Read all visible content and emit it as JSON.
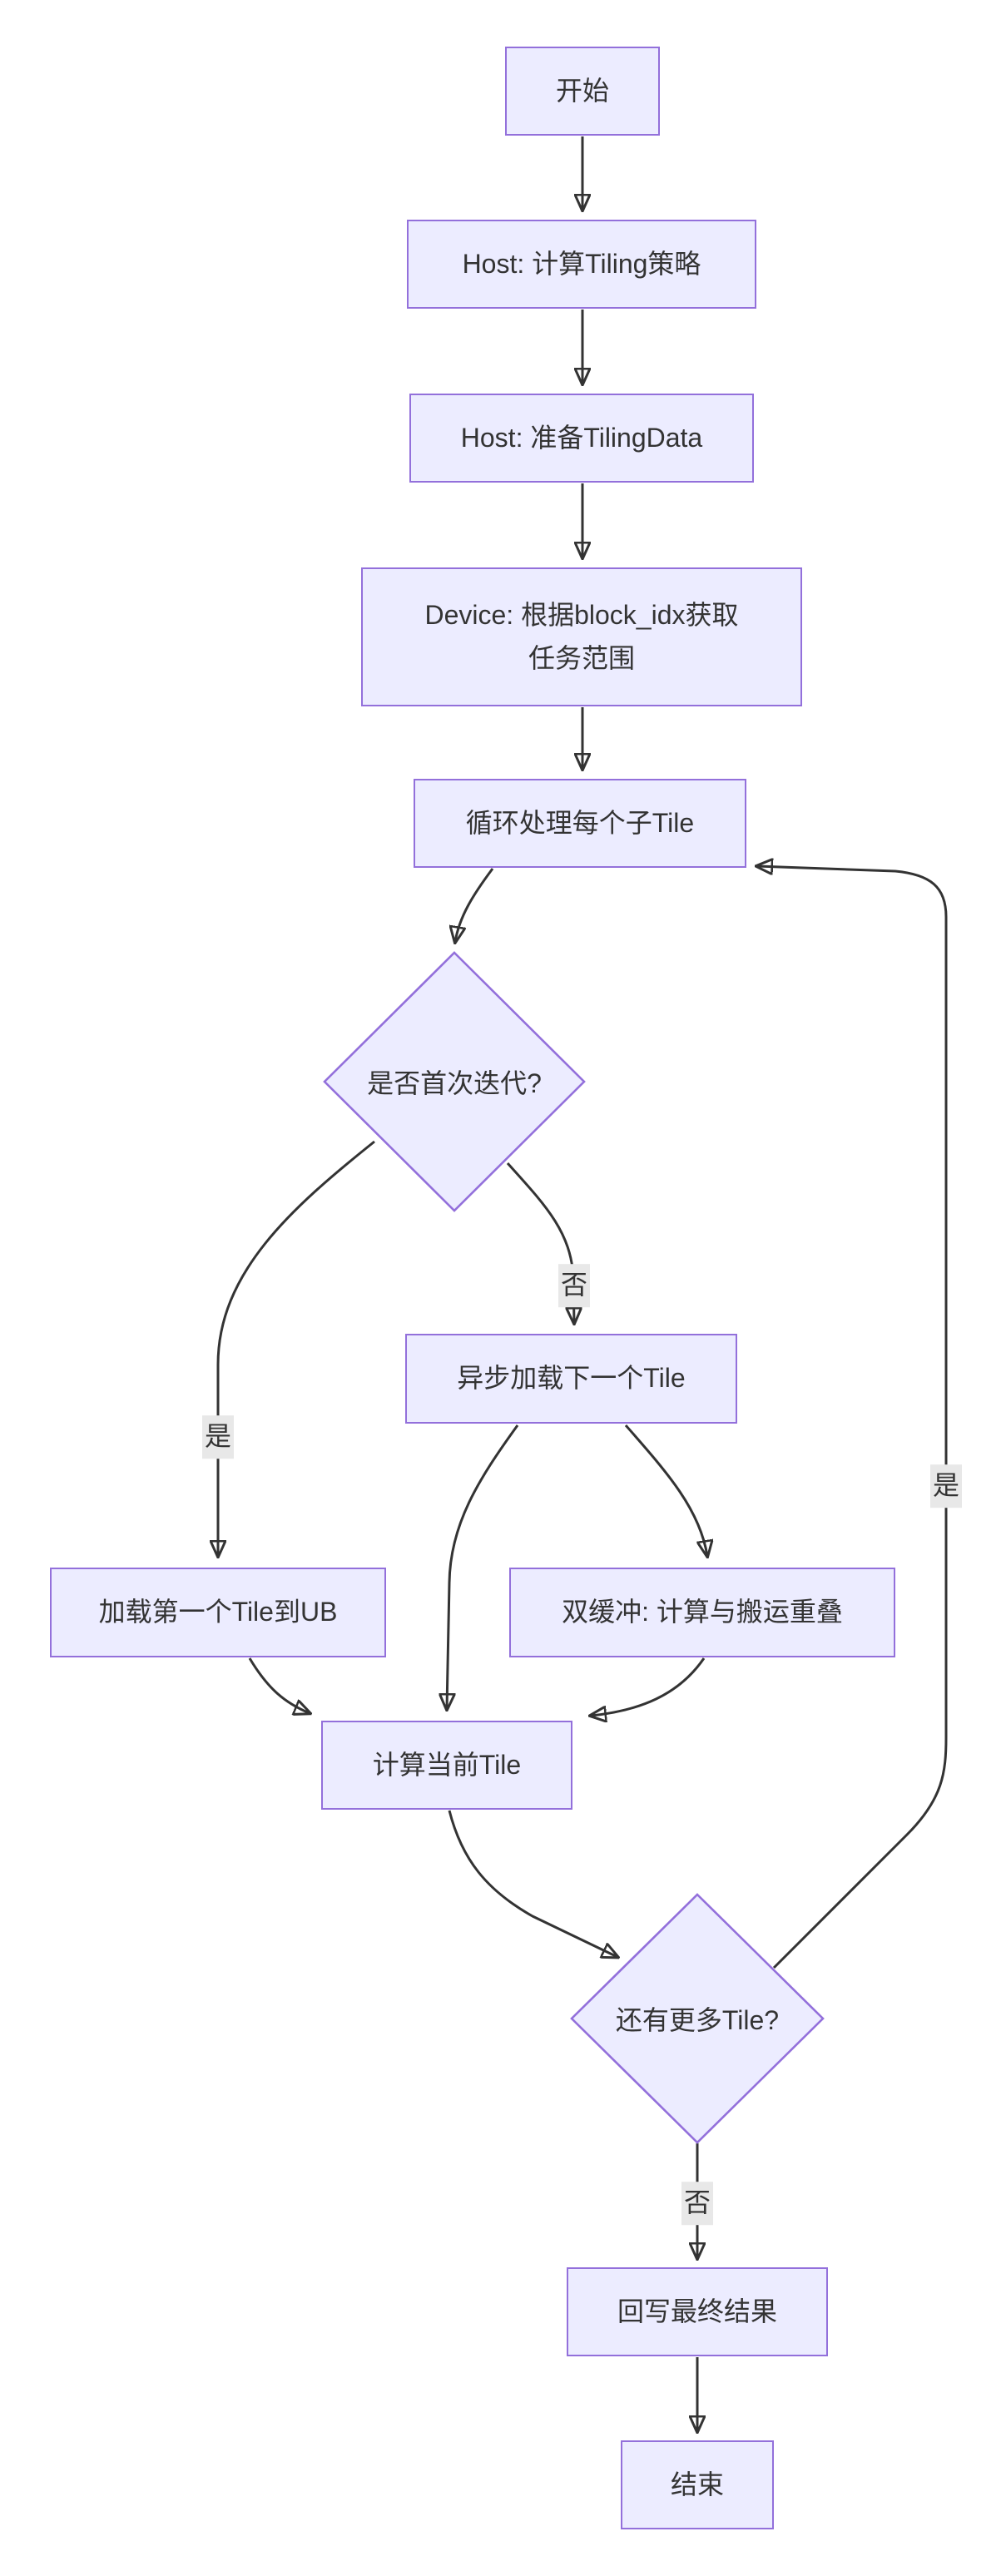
{
  "diagram": {
    "type": "flowchart",
    "direction": "top-down",
    "colors": {
      "node_fill": "#ECECFF",
      "node_border": "#9370DB",
      "edge_color": "#333333",
      "text_color": "#333333",
      "edge_label_bg": "#e8e8e8",
      "page_bg": "#ffffff"
    },
    "nodes": [
      {
        "id": "start",
        "shape": "rect",
        "label": "开始"
      },
      {
        "id": "host-compute-tiling",
        "shape": "rect",
        "label": "Host: 计算Tiling策略"
      },
      {
        "id": "host-prepare-tilingdata",
        "shape": "rect",
        "label": "Host: 准备TilingData"
      },
      {
        "id": "device-get-task-range",
        "shape": "rect",
        "lines": [
          "Device: 根据block_idx获取",
          "任务范围"
        ]
      },
      {
        "id": "loop-each-subtile",
        "shape": "rect",
        "label": "循环处理每个子Tile"
      },
      {
        "id": "is-first-iteration",
        "shape": "diamond",
        "label": "是否首次迭代?"
      },
      {
        "id": "async-load-next-tile",
        "shape": "rect",
        "label": "异步加载下一个Tile"
      },
      {
        "id": "load-first-tile-to-ub",
        "shape": "rect",
        "label": "加载第一个Tile到UB"
      },
      {
        "id": "double-buffer-overlap",
        "shape": "rect",
        "label": "双缓冲: 计算与搬运重叠"
      },
      {
        "id": "compute-current-tile",
        "shape": "rect",
        "label": "计算当前Tile"
      },
      {
        "id": "more-tiles",
        "shape": "diamond",
        "label": "还有更多Tile?"
      },
      {
        "id": "write-back-final-result",
        "shape": "rect",
        "label": "回写最终结果"
      },
      {
        "id": "end",
        "shape": "rect",
        "label": "结束"
      }
    ],
    "edge_labels": [
      {
        "id": "no-first-iteration",
        "text": "否"
      },
      {
        "id": "yes-first-iteration",
        "text": "是"
      },
      {
        "id": "yes-more-tiles",
        "text": "是"
      },
      {
        "id": "no-more-tiles",
        "text": "否"
      }
    ],
    "edges": [
      {
        "from": "start",
        "to": "host-compute-tiling"
      },
      {
        "from": "host-compute-tiling",
        "to": "host-prepare-tilingdata"
      },
      {
        "from": "host-prepare-tilingdata",
        "to": "device-get-task-range"
      },
      {
        "from": "device-get-task-range",
        "to": "loop-each-subtile"
      },
      {
        "from": "loop-each-subtile",
        "to": "is-first-iteration"
      },
      {
        "from": "is-first-iteration",
        "to": "load-first-tile-to-ub",
        "label": "是"
      },
      {
        "from": "is-first-iteration",
        "to": "async-load-next-tile",
        "label": "否"
      },
      {
        "from": "async-load-next-tile",
        "to": "compute-current-tile"
      },
      {
        "from": "async-load-next-tile",
        "to": "double-buffer-overlap"
      },
      {
        "from": "load-first-tile-to-ub",
        "to": "compute-current-tile"
      },
      {
        "from": "double-buffer-overlap",
        "to": "compute-current-tile"
      },
      {
        "from": "compute-current-tile",
        "to": "more-tiles"
      },
      {
        "from": "more-tiles",
        "to": "loop-each-subtile",
        "label": "是"
      },
      {
        "from": "more-tiles",
        "to": "write-back-final-result",
        "label": "否"
      },
      {
        "from": "write-back-final-result",
        "to": "end"
      }
    ]
  }
}
